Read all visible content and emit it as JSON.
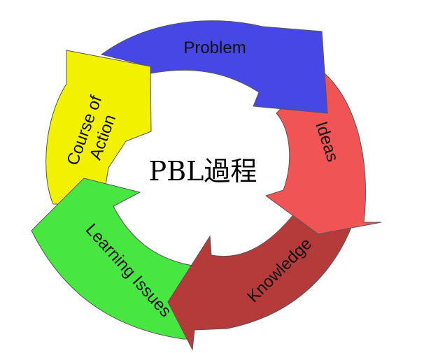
{
  "center": {
    "label": "PBL過程"
  },
  "segments": [
    {
      "key": "problem",
      "label": "Problem",
      "color": "#4747e6"
    },
    {
      "key": "ideas",
      "label": "Ideas",
      "color": "#f05454"
    },
    {
      "key": "knowledge",
      "label": "Knowledge",
      "color": "#b53b3b"
    },
    {
      "key": "learning",
      "label": "Learning Issues",
      "color": "#47e641"
    },
    {
      "key": "course",
      "label": [
        "Course of",
        "Action"
      ],
      "color": "#f2f200"
    }
  ],
  "colors": {
    "background": "#ffffff",
    "outline": "#555555",
    "text": "#111111"
  }
}
